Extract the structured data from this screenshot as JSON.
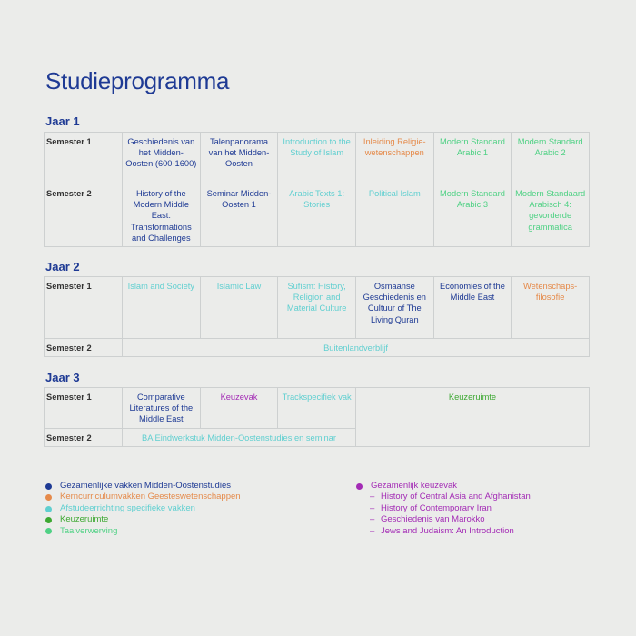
{
  "title": "Studieprogramma",
  "colors": {
    "blue": "#1e3a94",
    "orange": "#e58a4a",
    "cyan": "#5fcfd0",
    "green": "#3da832",
    "mint": "#4fd184",
    "purple": "#a32bb5"
  },
  "years": [
    {
      "label": "Jaar 1",
      "semesters": [
        {
          "label": "Semester 1",
          "courses": [
            {
              "text": "Geschiedenis van het Midden-Oosten (600-1600)",
              "category": "blue"
            },
            {
              "text": "Talenpanorama van het Midden-Oosten",
              "category": "blue"
            },
            {
              "text": "Introduction to the Study of Islam",
              "category": "cyan"
            },
            {
              "text": "Inleiding Religie-wetenschappen",
              "category": "orange"
            },
            {
              "text": "Modern Standard Arabic 1",
              "category": "mint"
            },
            {
              "text": "Modern Standard Arabic 2",
              "category": "mint"
            }
          ]
        },
        {
          "label": "Semester 2",
          "courses": [
            {
              "text": "History of the Modern Middle East: Transformations and Challenges",
              "category": "blue"
            },
            {
              "text": "Seminar Midden-Oosten 1",
              "category": "blue"
            },
            {
              "text": "Arabic Texts 1: Stories",
              "category": "cyan"
            },
            {
              "text": "Political Islam",
              "category": "cyan"
            },
            {
              "text": "Modern Standard Arabic 3",
              "category": "mint"
            },
            {
              "text": "Modern Standaard Arabisch 4: gevorderde grammatica",
              "category": "mint"
            }
          ]
        }
      ]
    },
    {
      "label": "Jaar 2",
      "semesters": [
        {
          "label": "Semester 1",
          "courses": [
            {
              "text": "Islam and Society",
              "category": "cyan"
            },
            {
              "text": "Islamic Law",
              "category": "cyan"
            },
            {
              "text": "Sufism: History, Religion and Material Culture",
              "category": "cyan"
            },
            {
              "text": "Osmaanse Geschiedenis en Cultuur of The Living Quran",
              "category": "blue"
            },
            {
              "text": "Economies of the Middle East",
              "category": "blue"
            },
            {
              "text": "Wetenschaps-filosofie",
              "category": "orange"
            }
          ]
        },
        {
          "label": "Semester 2",
          "courses": [
            {
              "text": "Buitenlandverblijf",
              "category": "cyan"
            }
          ]
        }
      ]
    },
    {
      "label": "Jaar 3",
      "semesters": [
        {
          "label": "Semester 1",
          "courses": [
            {
              "text": "Comparative Literatures of the Middle East",
              "category": "blue"
            },
            {
              "text": "Keuzevak",
              "category": "purple"
            },
            {
              "text": "Trackspecifiek vak",
              "category": "cyan"
            },
            {
              "text": "Keuzeruimte",
              "category": "green"
            }
          ]
        },
        {
          "label": "Semester 2",
          "courses": [
            {
              "text": "BA Eindwerkstuk Midden-Oostenstudies en seminar",
              "category": "cyan"
            }
          ]
        }
      ]
    }
  ],
  "legend": {
    "left": [
      {
        "text": "Gezamenlijke vakken Midden-Oostenstudies",
        "color": "#1e3a94",
        "text_color": "#1e3a94"
      },
      {
        "text": "Kerncurriculumvakken Geesteswetenschappen",
        "color": "#e58a4a",
        "text_color": "#e58a4a"
      },
      {
        "text": "Afstudeerrichting specifieke vakken",
        "color": "#5fcfd0",
        "text_color": "#5fcfd0"
      },
      {
        "text": "Keuzeruimte",
        "color": "#3da832",
        "text_color": "#3da832"
      },
      {
        "text": "Taalverwerving",
        "color": "#4fd184",
        "text_color": "#4fd184"
      }
    ],
    "right": {
      "heading": "Gezamenlijk keuzevak",
      "color": "#a32bb5",
      "items": [
        "History of Central Asia and Afghanistan",
        "History of Contemporary Iran",
        "Geschiedenis van Marokko",
        "Jews and Judaism: An Introduction"
      ]
    }
  }
}
